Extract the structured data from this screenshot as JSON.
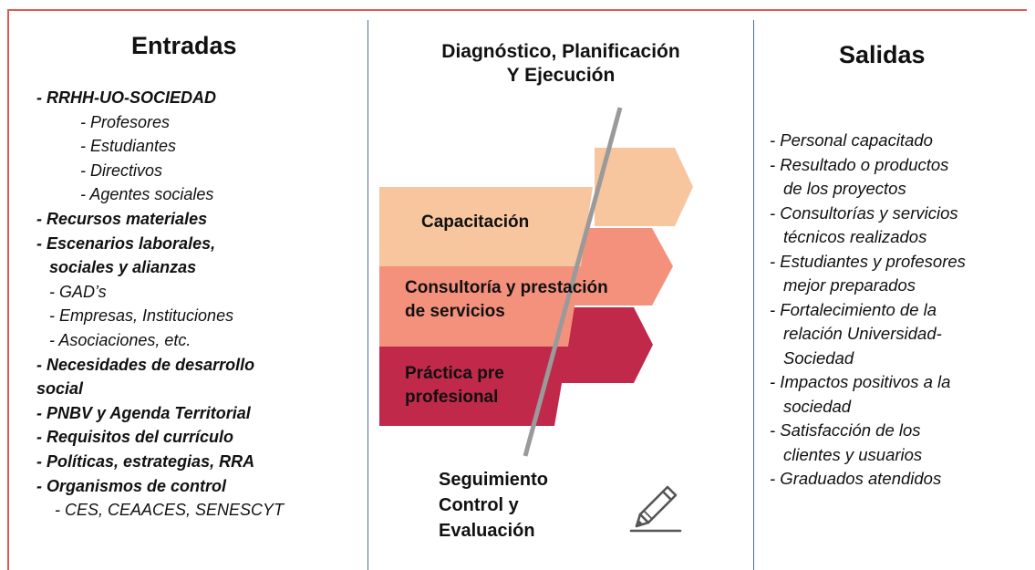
{
  "inputs": {
    "heading": "Entradas",
    "items": [
      {
        "text": "- RRHH-UO-SOCIEDAD",
        "bold": true,
        "indent": 0
      },
      {
        "text": "- Profesores",
        "bold": false,
        "indent": 48
      },
      {
        "text": "- Estudiantes",
        "bold": false,
        "indent": 48
      },
      {
        "text": "- Directivos",
        "bold": false,
        "indent": 48
      },
      {
        "text": "- Agentes sociales",
        "bold": false,
        "indent": 48
      },
      {
        "text": "- Recursos materiales",
        "bold": true,
        "indent": 0
      },
      {
        "text": "- Escenarios laborales,",
        "bold": true,
        "indent": 0
      },
      {
        "text": "sociales y alianzas",
        "bold": true,
        "indent": 14
      },
      {
        "text": "- GAD’s",
        "bold": false,
        "indent": 14
      },
      {
        "text": "- Empresas, Instituciones",
        "bold": false,
        "indent": 14
      },
      {
        "text": "- Asociaciones, etc.",
        "bold": false,
        "indent": 14
      },
      {
        "text": "- Necesidades de desarrollo",
        "bold": true,
        "indent": 0
      },
      {
        "text": "social",
        "bold": true,
        "indent": 0
      },
      {
        "text": "- PNBV y Agenda Territorial",
        "bold": true,
        "indent": 0
      },
      {
        "text": "- Requisitos del currículo",
        "bold": true,
        "indent": 0
      },
      {
        "text": "- Políticas, estrategias, RRA",
        "bold": true,
        "indent": 0
      },
      {
        "text": "- Organismos de control",
        "bold": true,
        "indent": 0
      },
      {
        "text": "- CES, CEAACES, SENESCYT",
        "bold": false,
        "indent": 20
      }
    ]
  },
  "process": {
    "heading_line1": "Diagnóstico, Planificación",
    "heading_line2": "Y Ejecución",
    "stages": [
      {
        "key": "capacitacion",
        "line1": "Capacitación",
        "line2": "",
        "color": "#f7c59e"
      },
      {
        "key": "consultoria",
        "line1": "Consultoría y prestación",
        "line2": "de servicios",
        "color": "#f4917d"
      },
      {
        "key": "practica",
        "line1": "Práctica pre",
        "line2": "profesional",
        "color": "#c0294a"
      }
    ],
    "followup_line1": "Seguimiento",
    "followup_line2": "Control y",
    "followup_line3": "Evaluación",
    "pencil_icon": "pencil-icon"
  },
  "outputs": {
    "heading": "Salidas",
    "items": [
      "- Personal capacitado",
      "- Resultado o productos",
      "de los proyectos",
      "- Consultorías y servicios",
      "técnicos realizados",
      "- Estudiantes y profesores",
      "mejor preparados",
      "- Fortalecimiento de la",
      "relación Universidad-",
      "Sociedad",
      "- Impactos positivos a la",
      "sociedad",
      "- Satisfacción de los",
      "clientes y usuarios",
      "- Graduados atendidos"
    ],
    "continuation_indent": 15
  },
  "colors": {
    "frame": "#e05a52",
    "divider": "#4f6aa8",
    "slash": "#9a9a9a"
  }
}
